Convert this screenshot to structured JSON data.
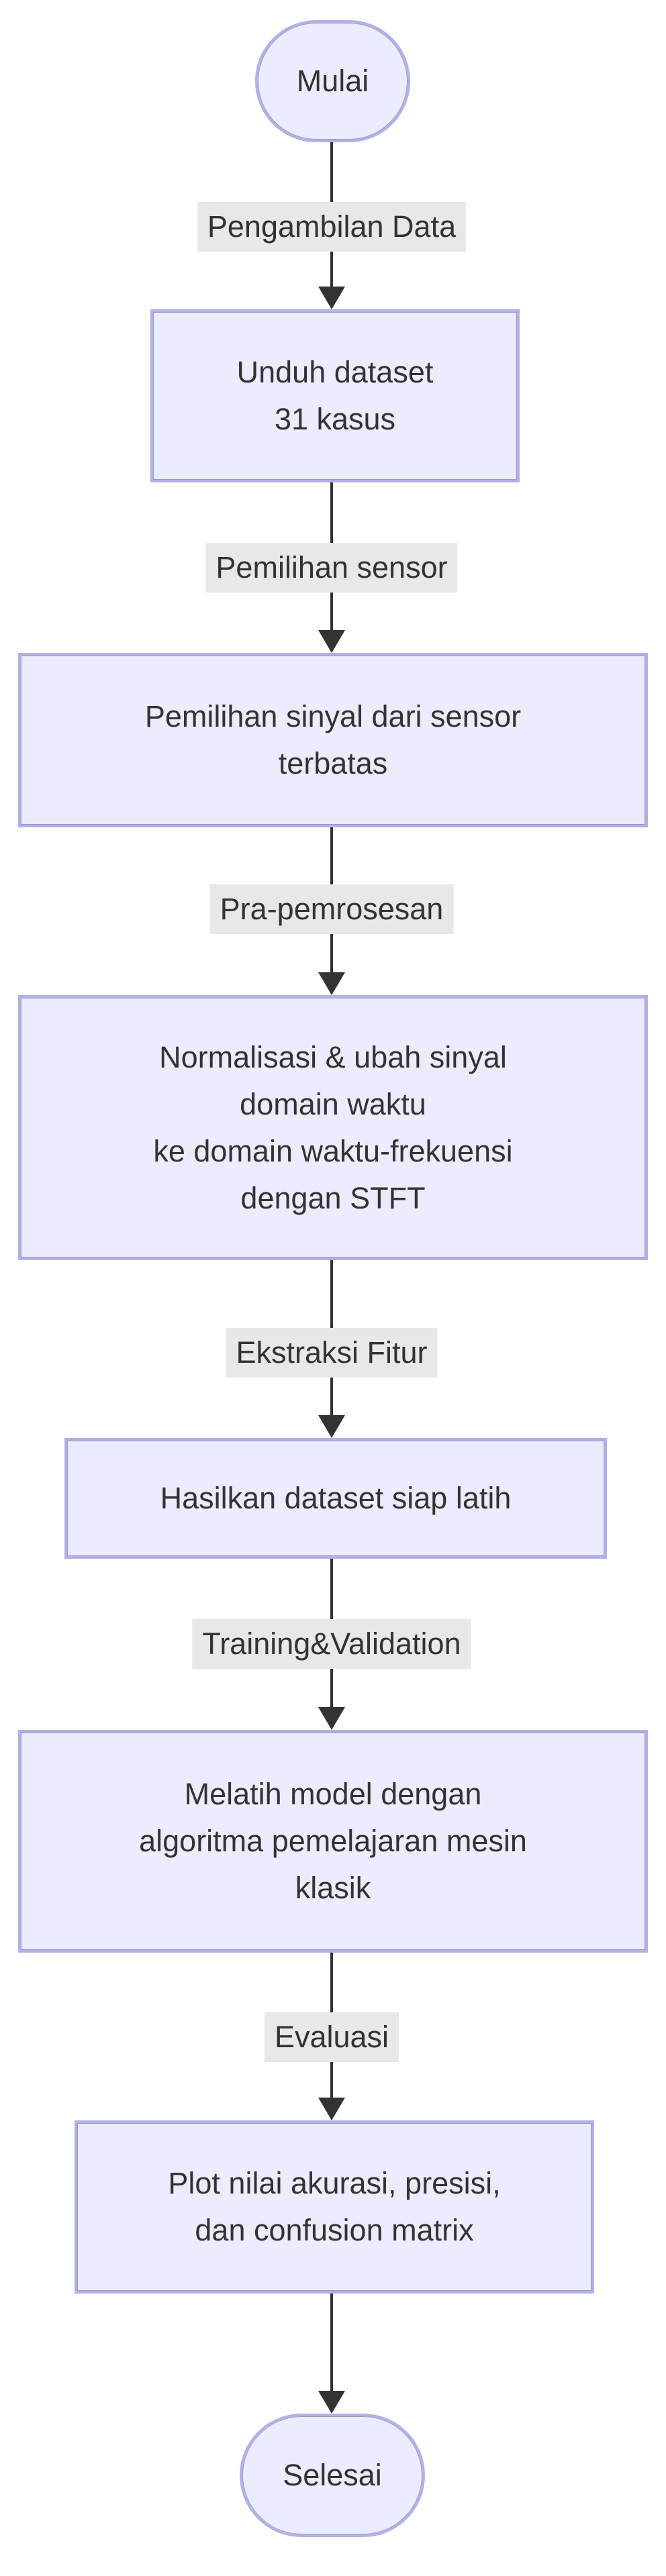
{
  "diagram": {
    "type": "flowchart-top-down",
    "colors": {
      "background": "#ffffff",
      "node_fill": "#ececff",
      "node_border": "#b1b1e6",
      "node_border_inner": "#9898cc",
      "arrow": "#333333",
      "label_bg": "#e8e8e8",
      "text": "#333333"
    },
    "nodes": [
      {
        "id": "start",
        "shape": "stadium",
        "lines": [
          "Mulai"
        ]
      },
      {
        "id": "unduh",
        "shape": "rect",
        "lines": [
          "Unduh dataset",
          "31 kasus"
        ]
      },
      {
        "id": "sensor",
        "shape": "rect",
        "lines": [
          "Pemilihan sinyal dari sensor",
          "terbatas"
        ]
      },
      {
        "id": "prapro",
        "shape": "rect",
        "lines": [
          "Normalisasi & ubah sinyal",
          "domain waktu",
          "ke domain waktu-frekuensi",
          "dengan STFT"
        ]
      },
      {
        "id": "dataset",
        "shape": "rect",
        "lines": [
          "Hasilkan dataset siap latih"
        ]
      },
      {
        "id": "latih",
        "shape": "rect",
        "lines": [
          "Melatih model dengan",
          "algoritma pemelajaran mesin",
          "klasik"
        ]
      },
      {
        "id": "plot",
        "shape": "rect",
        "lines": [
          "Plot nilai akurasi, presisi,",
          "dan confusion matrix"
        ]
      },
      {
        "id": "end",
        "shape": "stadium",
        "lines": [
          "Selesai"
        ]
      }
    ],
    "edge_labels": [
      "Pengambilan Data",
      "Pemilihan sensor",
      "Pra-pemrosesan",
      "Ekstraksi Fitur",
      "Training&Validation",
      "Evaluasi"
    ]
  }
}
